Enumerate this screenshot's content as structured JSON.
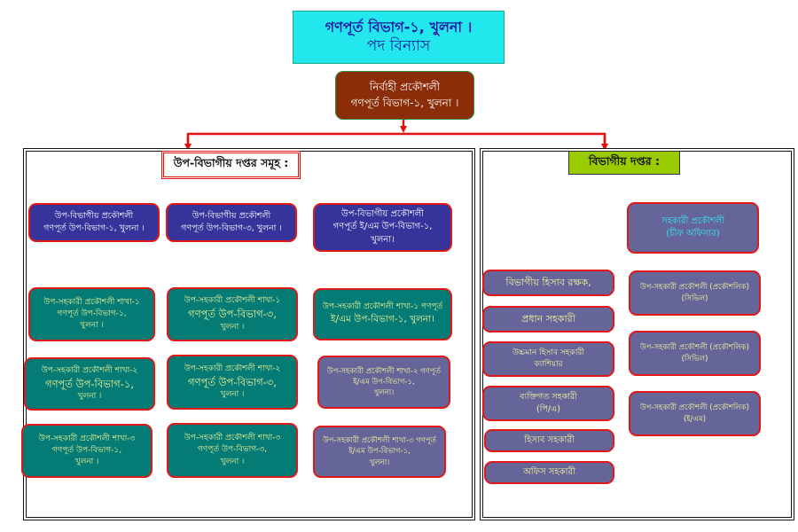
{
  "title": {
    "line1": "গণপূর্ত বিভাগ-১, খুলনা ।",
    "line2": "পদ বিন্যাস"
  },
  "executive": {
    "line1": "নির্বাহী প্রকৌশলী",
    "line2": "গণপূর্ত বিভাগ-১, খুলনা ।"
  },
  "subdivisions": {
    "header": "উপ-বিভাগীয় দপ্তর সমূহ :",
    "heads": [
      {
        "line1": "উপ-বিভাগীয় প্রকৌশলী",
        "line2": "গণপূর্ত উপ-বিভাগ-১, খুলনা ।"
      },
      {
        "line1": "উপ-বিভাগীয় প্রকৌশলী",
        "line2": "গণপূর্ত উপ-বিভাগ-৩, খুলনা ।"
      },
      {
        "line1": "উপ-বিভাগীয় প্রকৌশলী",
        "line2": "গণপূর্ত ই/এম উপ-বিভাগ-১, খুলনা।"
      }
    ],
    "column1": [
      {
        "line1": "উপ-সহকারী প্রকৌশলী শাখা-১",
        "line2": "গণপূর্ত উপ-বিভাগ-১,",
        "line3": "খুলনা ।"
      },
      {
        "line1": "উপ-সহকারী প্রকৌশলী শাখা-২",
        "line2": "গণপূর্ত উপ-বিভাগ-১,",
        "line3": "খুলনা ।"
      },
      {
        "line1": "উপ-সহকারী প্রকৌশলী শাখা-৩",
        "line2": "গণপূর্ত উপ-বিভাগ-১,",
        "line3": "খুলনা ।"
      }
    ],
    "column2": [
      {
        "line1": "উপ-সহকারী প্রকৌশলী শাখা-১",
        "line2": "গণপূর্ত উপ-বিভাগ-৩,",
        "line3": "খুলনা ।"
      },
      {
        "line1": "উপ-সহকারী প্রকৌশলী শাখা-২",
        "line2": "গণপূর্ত উপ-বিভাগ-৩,",
        "line3": "খুলনা ।"
      },
      {
        "line1": "উপ-সহকারী প্রকৌশলী শাখা-৩",
        "line2": "গণপূর্ত উপ-বিভাগ-৩,",
        "line3": "খুলনা ।"
      }
    ],
    "column3": [
      {
        "line1": "উপ-সহকারী প্রকৌশলী শাখা-১  গণপূর্ত",
        "line2": "ই/এম উপ-বিভাগ-১, খুলনা।"
      },
      {
        "line1": "উপ-সহকারী প্রকৌশলী শাখা-২  গণপূর্ত",
        "line2": "ই/এম উপ-বিভাগ-১,",
        "line3": "খুলনা।"
      },
      {
        "line1": "উপ-সহকারী প্রকৌশলী শাখা-৩ গণপূর্ত",
        "line2": "ই/এম উপ-বিভাগ-১,",
        "line3": "খুলনা।"
      }
    ]
  },
  "division": {
    "header": "বিভাগীয় দপ্তর :",
    "chief": {
      "line1": "সহকারী প্রকৌশলী",
      "line2": "(চীফ অফিসার)"
    },
    "staff": [
      {
        "line1": "বিভাগীয় হিসাব রক্ষক,"
      },
      {
        "line1": "প্রধান সহকারী"
      },
      {
        "line1": "উচ্চমান হিসাব সহকারী",
        "line2": "ক্যাশিয়ার"
      },
      {
        "line1": "ব্যক্তিগত সহকারী",
        "line2": "(পি/এ)"
      },
      {
        "line1": "হিসাব সহকারী"
      },
      {
        "line1": "অফিস সহকারী"
      }
    ],
    "engineers": [
      {
        "line1": "উপ-সহকারী প্রকৌশলী (প্রকৌশলিক)",
        "line2": "(সিভিল)"
      },
      {
        "line1": "উপ-সহকারী প্রকৌশলী (প্রকৌশলিক)",
        "line2": "(সিভিল)"
      },
      {
        "line1": "উপ-সহকারী প্রকৌশলী (প্রকৌশলিক)",
        "line2": "(ই/এম)"
      }
    ]
  },
  "colors": {
    "title_bg": "#22e8ee",
    "executive_bg": "#8b2d08",
    "subdiv_head_bg": "#36349b",
    "section_teal_bg": "#047b74",
    "section_slate_bg": "#66659a",
    "division_header_bg": "#99cc00",
    "connector_red": "#e01010"
  }
}
